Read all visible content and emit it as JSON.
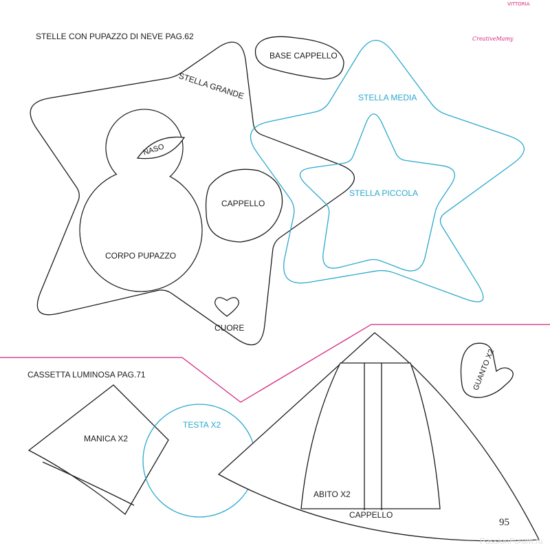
{
  "headings": {
    "section1": "STELLE CON PUPAZZO DI NEVE PAG.62",
    "section2": "CASSETTA LUMINOSA PAG.71"
  },
  "pieces": {
    "stella_grande": "STELLA GRANDE",
    "stella_media": "STELLA MEDIA",
    "stella_piccola": "STELLA PICCOLA",
    "base_cappello": "BASE CAPPELLO",
    "naso": "NASO",
    "cappello_small": "CAPPELLO",
    "corpo_pupazzo": "CORPO PUPAZZO",
    "cuore": "CUORE",
    "manica": "MANICA X2",
    "testa": "TESTA X2",
    "abito": "ABITO X2",
    "cappello_cone": "CAPPELLO",
    "guanto": "GUANTO X2"
  },
  "logo": {
    "text": "CreativeMamy",
    "vertical": "VITTORIA"
  },
  "page_number": "95",
  "watermark": "PassionForum.ru",
  "colors": {
    "outline": "#1a1a1a",
    "blue": "#29a8cc",
    "pink": "#d4267e"
  }
}
